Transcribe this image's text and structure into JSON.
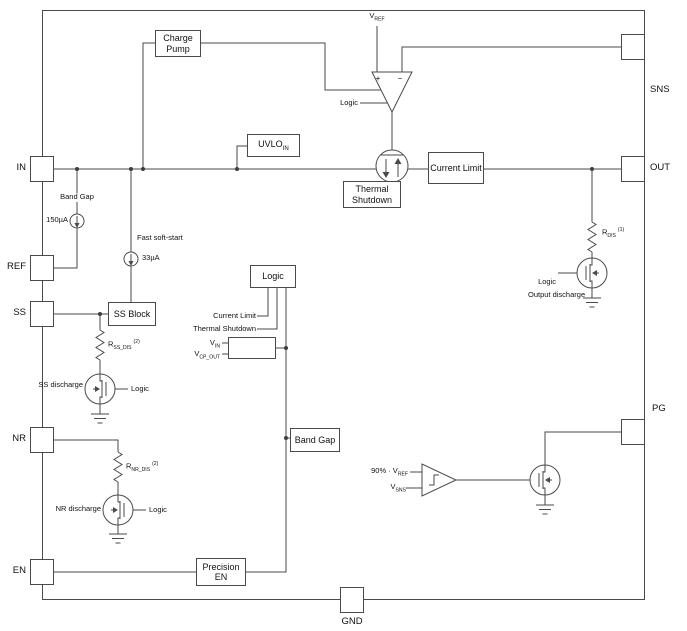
{
  "figure": {
    "pins": {
      "in": "IN",
      "ref": "REF",
      "ss": "SS",
      "nr": "NR",
      "en": "EN",
      "sns": "SNS",
      "out": "OUT",
      "pg": "PG",
      "gnd": "GND"
    },
    "blocks": {
      "charge_pump": "Charge Pump",
      "uvlo_base": "UVLO",
      "uvlo_sub": "IN",
      "thermal_shutdown": "Thermal Shutdown",
      "current_limit": "Current Limit",
      "logic": "Logic",
      "ss_block": "SS Block",
      "band_gap": "Band Gap",
      "precision_en": "Precision EN"
    },
    "labels": {
      "vref_base": "V",
      "vref_sub": "REF",
      "amp_logic": "Logic",
      "amp_plus": "+",
      "amp_minus": "−",
      "bandgap_source": "Band Gap",
      "i_bandgap": "150µA",
      "fast_soft_start": "Fast soft-start",
      "i_soft_start": "33µA",
      "logic_in_current_limit": "Current Limit",
      "logic_in_thermal_shutdown": "Thermal Shutdown",
      "vin_base": "V",
      "vin_sub": "IN",
      "vcp_base": "V",
      "vcp_sub": "CP_OUT",
      "rdis_base": "R",
      "rdis_sub": "DIS",
      "rdis_note": "(1)",
      "outdis_logic": "Logic",
      "output_discharge": "Output discharge",
      "rss_base": "R",
      "rss_sub": "SS_DIS",
      "rss_note": "(2)",
      "ss_discharge": "SS discharge",
      "ss_logic": "Logic",
      "rnr_base": "R",
      "rnr_sub": "NR_DIS",
      "rnr_note": "(2)",
      "nr_discharge": "NR discharge",
      "nr_logic": "Logic",
      "pg_threshold_base": "90% · V",
      "pg_threshold_sub": "REF",
      "vsns_base": "V",
      "vsns_sub": "SNS"
    }
  }
}
